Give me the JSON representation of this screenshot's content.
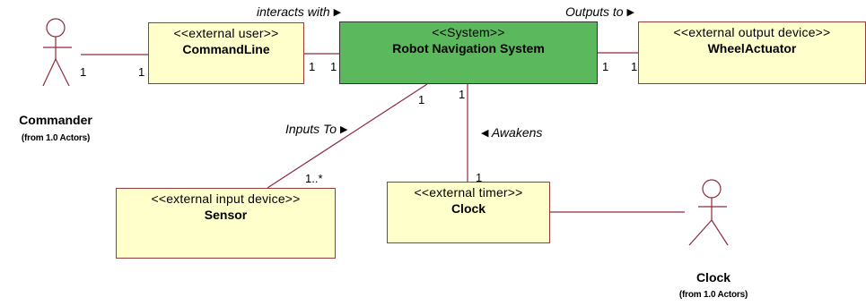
{
  "actors": {
    "commander": {
      "name": "Commander",
      "from": "(from 1.0 Actors)"
    },
    "clock": {
      "name": "Clock",
      "from": "(from 1.0 Actors)"
    }
  },
  "classes": {
    "commandline": {
      "stereotype": "<<external user>>",
      "name": "CommandLine"
    },
    "system": {
      "stereotype": "<<System>>",
      "name": "Robot Navigation System"
    },
    "wheelactuator": {
      "stereotype": "<<external output device>>",
      "name": "WheelActuator"
    },
    "sensor": {
      "stereotype": "<<external input device>>",
      "name": "Sensor"
    },
    "clock": {
      "stereotype": "<<external timer>>",
      "name": "Clock"
    }
  },
  "associations": {
    "interacts_with": "interacts with",
    "outputs_to": "Outputs to",
    "inputs_to": "Inputs To",
    "awakens": "Awakens"
  },
  "arrows": {
    "right": "▶",
    "left": "◀"
  },
  "multiplicities": {
    "commander_actor": "1",
    "commandline_left": "1",
    "commandline_right": "1",
    "system_left": "1",
    "system_right": "1",
    "wheelactuator_left": "1",
    "system_sensor": "1",
    "sensor_end": "1..*",
    "system_clock": "1",
    "clock_end": "1"
  },
  "colors": {
    "class_fill": "#ffffcc",
    "class_border": "#9a3b3b",
    "system_fill": "#5cb85c",
    "line": "#8b2c3c"
  }
}
